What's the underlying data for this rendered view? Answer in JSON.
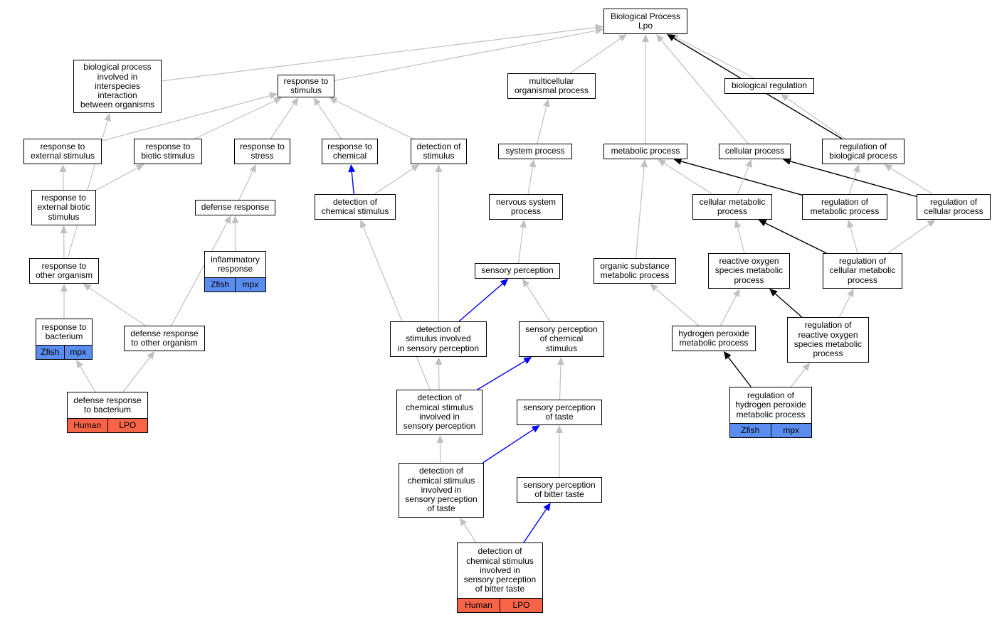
{
  "colors": {
    "edge_gray": "#c0c0c0",
    "edge_blue": "#0000ff",
    "edge_black": "#000000",
    "zfish_tag": "#5b8def",
    "human_tag": "#f86447"
  },
  "nodes": {
    "bp": {
      "label": "Biological Process\nLpo"
    },
    "bpii": {
      "label": "biological process\ninvolved in\ninterspecies\ninteraction\nbetween organisms"
    },
    "rts": {
      "label": "response to\nstimulus"
    },
    "mop": {
      "label": "multicellular\norganismal process"
    },
    "breg": {
      "label": "biological regulation"
    },
    "res": {
      "label": "response to\nexternal stimulus"
    },
    "rbs": {
      "label": "response to\nbiotic stimulus"
    },
    "rst": {
      "label": "response to\nstress"
    },
    "rch": {
      "label": "response to\nchemical"
    },
    "dos": {
      "label": "detection of\nstimulus"
    },
    "sysp": {
      "label": "system process"
    },
    "metp": {
      "label": "metabolic process"
    },
    "cellp": {
      "label": "cellular process"
    },
    "rbp": {
      "label": "regulation of\nbiological process"
    },
    "rebs": {
      "label": "response to\nexternal biotic\nstimulus"
    },
    "defr": {
      "label": "defense response"
    },
    "dcs": {
      "label": "detection of\nchemical stimulus"
    },
    "nsp": {
      "label": "nervous system\nprocess"
    },
    "cmp": {
      "label": "cellular metabolic\nprocess"
    },
    "rmp": {
      "label": "regulation of\nmetabolic process"
    },
    "rcp": {
      "label": "regulation of\ncellular process"
    },
    "inf": {
      "label": "inflammatory\nresponse",
      "tags": [
        "Zfish",
        "mpx"
      ]
    },
    "rto": {
      "label": "response to\nother organism"
    },
    "sp": {
      "label": "sensory perception"
    },
    "osmp": {
      "label": "organic substance\nmetabolic process"
    },
    "rosmp": {
      "label": "reactive oxygen\nspecies metabolic\nprocess"
    },
    "rcmp": {
      "label": "regulation of\ncellular metabolic\nprocess"
    },
    "rtb": {
      "label": "response to\nbacterium",
      "tags": [
        "Zfish",
        "mpx"
      ]
    },
    "drto": {
      "label": "defense response\nto other organism"
    },
    "dsisp": {
      "label": "detection of\nstimulus involved\nin sensory perception"
    },
    "spcs": {
      "label": "sensory perception\nof chemical\nstimulus"
    },
    "hpmp": {
      "label": "hydrogen peroxide\nmetabolic process"
    },
    "rrosmp": {
      "label": "regulation of\nreactive oxygen\nspecies metabolic\nprocess"
    },
    "drb": {
      "label": "defense response\nto bacterium",
      "tags": [
        "Human",
        "LPO"
      ]
    },
    "dcsisp": {
      "label": "detection of\nchemical stimulus\ninvolved in\nsensory perception"
    },
    "spt": {
      "label": "sensory perception\nof taste"
    },
    "rhpmp": {
      "label": "regulation of\nhydrogen peroxide\nmetabolic process",
      "tags": [
        "Zfish",
        "mpx"
      ]
    },
    "dcsispt": {
      "label": "detection of\nchemical stimulus\ninvolved in\nsensory perception\nof taste"
    },
    "spbt": {
      "label": "sensory perception\nof bitter taste"
    },
    "dcsispbt": {
      "label": "detection of\nchemical stimulus\ninvolved in\nsensory perception\nof bitter taste",
      "tags": [
        "Human",
        "LPO"
      ]
    }
  },
  "edges": [
    {
      "from": "bpii",
      "to": "bp",
      "kind": "gray"
    },
    {
      "from": "rts",
      "to": "bp",
      "kind": "gray"
    },
    {
      "from": "mop",
      "to": "bp",
      "kind": "gray"
    },
    {
      "from": "breg",
      "to": "bp",
      "kind": "gray"
    },
    {
      "from": "metp",
      "to": "bp",
      "kind": "gray"
    },
    {
      "from": "cellp",
      "to": "bp",
      "kind": "gray"
    },
    {
      "from": "rbp",
      "to": "bp",
      "kind": "black"
    },
    {
      "from": "res",
      "to": "rts",
      "kind": "gray"
    },
    {
      "from": "rbs",
      "to": "rts",
      "kind": "gray"
    },
    {
      "from": "rst",
      "to": "rts",
      "kind": "gray"
    },
    {
      "from": "rch",
      "to": "rts",
      "kind": "gray"
    },
    {
      "from": "dos",
      "to": "rts",
      "kind": "gray"
    },
    {
      "from": "sysp",
      "to": "mop",
      "kind": "gray"
    },
    {
      "from": "rbp",
      "to": "breg",
      "kind": "gray"
    },
    {
      "from": "rebs",
      "to": "res",
      "kind": "gray"
    },
    {
      "from": "rebs",
      "to": "rbs",
      "kind": "gray"
    },
    {
      "from": "defr",
      "to": "rst",
      "kind": "gray"
    },
    {
      "from": "dcs",
      "to": "rch",
      "kind": "blue"
    },
    {
      "from": "dcs",
      "to": "dos",
      "kind": "gray"
    },
    {
      "from": "nsp",
      "to": "sysp",
      "kind": "gray"
    },
    {
      "from": "cmp",
      "to": "metp",
      "kind": "gray"
    },
    {
      "from": "rmp",
      "to": "metp",
      "kind": "black"
    },
    {
      "from": "cmp",
      "to": "cellp",
      "kind": "gray"
    },
    {
      "from": "rcp",
      "to": "cellp",
      "kind": "black"
    },
    {
      "from": "rmp",
      "to": "rbp",
      "kind": "gray"
    },
    {
      "from": "rcp",
      "to": "rbp",
      "kind": "gray"
    },
    {
      "from": "inf",
      "to": "defr",
      "kind": "gray"
    },
    {
      "from": "rto",
      "to": "rebs",
      "kind": "gray"
    },
    {
      "from": "rto",
      "to": "bpii",
      "kind": "gray"
    },
    {
      "from": "sp",
      "to": "nsp",
      "kind": "gray"
    },
    {
      "from": "osmp",
      "to": "metp",
      "kind": "gray"
    },
    {
      "from": "rosmp",
      "to": "cmp",
      "kind": "gray"
    },
    {
      "from": "rcmp",
      "to": "cmp",
      "kind": "black"
    },
    {
      "from": "rcmp",
      "to": "rmp",
      "kind": "gray"
    },
    {
      "from": "rcmp",
      "to": "rcp",
      "kind": "gray"
    },
    {
      "from": "rtb",
      "to": "rto",
      "kind": "gray"
    },
    {
      "from": "drto",
      "to": "rto",
      "kind": "gray"
    },
    {
      "from": "drto",
      "to": "defr",
      "kind": "gray"
    },
    {
      "from": "dsisp",
      "to": "sp",
      "kind": "blue"
    },
    {
      "from": "dsisp",
      "to": "dos",
      "kind": "gray"
    },
    {
      "from": "spcs",
      "to": "sp",
      "kind": "gray"
    },
    {
      "from": "hpmp",
      "to": "osmp",
      "kind": "gray"
    },
    {
      "from": "hpmp",
      "to": "rosmp",
      "kind": "gray"
    },
    {
      "from": "rrosmp",
      "to": "rosmp",
      "kind": "black"
    },
    {
      "from": "rrosmp",
      "to": "rcmp",
      "kind": "gray"
    },
    {
      "from": "drb",
      "to": "rtb",
      "kind": "gray"
    },
    {
      "from": "drb",
      "to": "drto",
      "kind": "gray"
    },
    {
      "from": "dcsisp",
      "to": "dsisp",
      "kind": "gray"
    },
    {
      "from": "dcsisp",
      "to": "dcs",
      "kind": "gray"
    },
    {
      "from": "dcsisp",
      "to": "spcs",
      "kind": "blue"
    },
    {
      "from": "spt",
      "to": "spcs",
      "kind": "gray"
    },
    {
      "from": "rhpmp",
      "to": "hpmp",
      "kind": "black"
    },
    {
      "from": "rhpmp",
      "to": "rrosmp",
      "kind": "gray"
    },
    {
      "from": "dcsispt",
      "to": "dcsisp",
      "kind": "gray"
    },
    {
      "from": "dcsispt",
      "to": "spt",
      "kind": "blue"
    },
    {
      "from": "spbt",
      "to": "spt",
      "kind": "gray"
    },
    {
      "from": "dcsispbt",
      "to": "dcsispt",
      "kind": "gray"
    },
    {
      "from": "dcsispbt",
      "to": "spbt",
      "kind": "blue"
    }
  ]
}
